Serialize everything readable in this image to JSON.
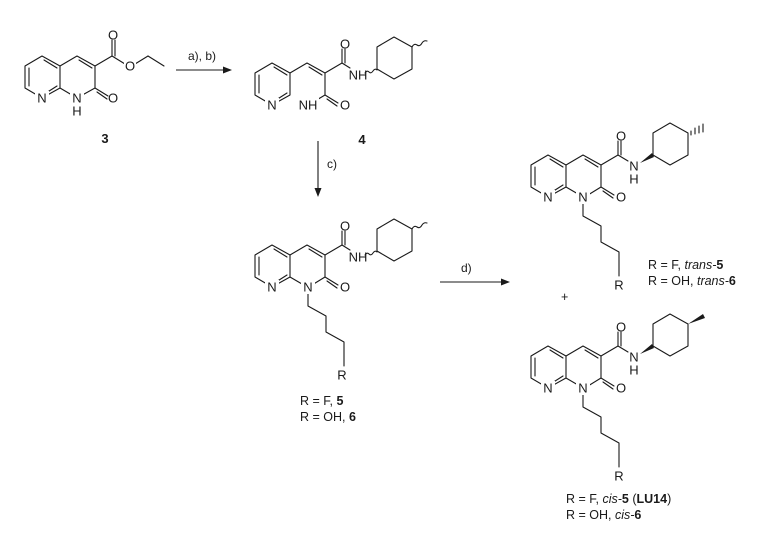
{
  "scheme": {
    "compounds": [
      {
        "id": "3",
        "label": "3"
      },
      {
        "id": "4",
        "label": "4"
      },
      {
        "id": "5-6",
        "label_lines": [
          {
            "prefix": "R = F, ",
            "num": "5"
          },
          {
            "prefix": "R = OH, ",
            "num": "6"
          }
        ]
      },
      {
        "id": "trans",
        "label_lines": [
          {
            "prefix": "R = F, ",
            "stereo": "trans-",
            "num": "5"
          },
          {
            "prefix": "R = OH, ",
            "stereo": "trans-",
            "num": "6"
          }
        ]
      },
      {
        "id": "cis",
        "label_lines": [
          {
            "prefix": "R = F, ",
            "stereo": "cis-",
            "num": "5",
            "open": " (",
            "code": "LU14",
            "close": ")"
          },
          {
            "prefix": "R = OH, ",
            "stereo": "cis-",
            "num": "6"
          }
        ]
      }
    ],
    "steps": {
      "ab": "a), b)",
      "c": "c)",
      "d": "d)"
    },
    "plus": "+",
    "atoms": {
      "N": "N",
      "NH": "NH",
      "H": "H",
      "O": "O",
      "R": "R"
    }
  }
}
